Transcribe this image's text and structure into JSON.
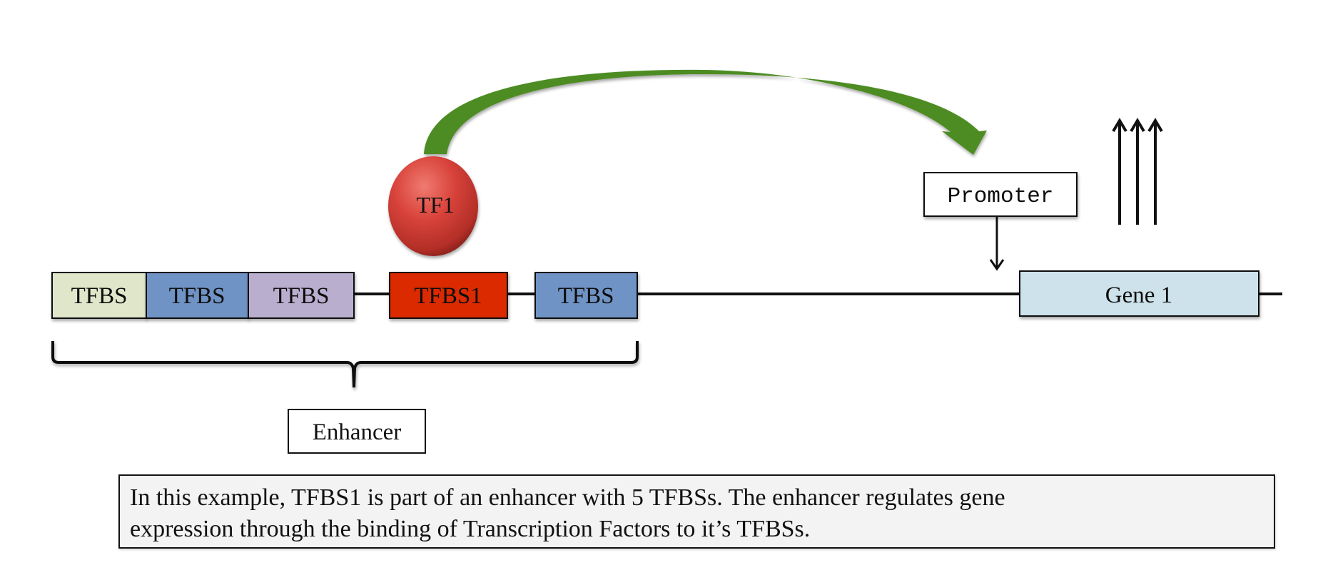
{
  "diagram": {
    "enhancer_sites": [
      {
        "label": "TFBS",
        "color": "#e0e6c9"
      },
      {
        "label": "TFBS",
        "color": "#7093c5"
      },
      {
        "label": "TFBS",
        "color": "#baaecf"
      },
      {
        "label": "TFBS1",
        "color": "#db2b04"
      },
      {
        "label": "TFBS",
        "color": "#7093c5"
      }
    ],
    "transcription_factor": {
      "label": "TF1",
      "color": "#d8433b"
    },
    "promoter": {
      "label": "Promoter"
    },
    "gene": {
      "label": "Gene 1",
      "color": "#cde2ea"
    },
    "enhancer": {
      "label": "Enhancer"
    },
    "regulation_arrow_color": "#4d8c22",
    "expression_arrows_count": 3
  },
  "caption": {
    "line1": "In this example, TFBS1 is part of an enhancer with 5 TFBSs. The enhancer regulates gene",
    "line2": "expression through the binding of Transcription Factors to it’s TFBSs."
  }
}
